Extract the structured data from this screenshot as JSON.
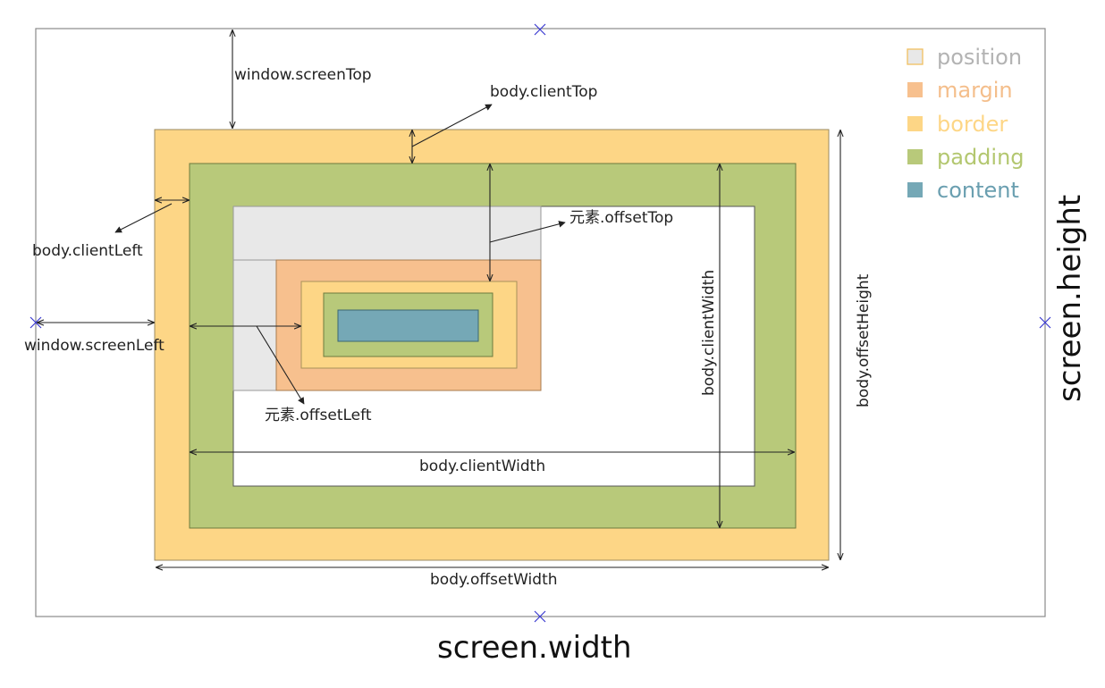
{
  "colors": {
    "position": "#E8E8E8",
    "margin": "#F7C08E",
    "border": "#FDD686",
    "padding": "#B8C97A",
    "content": "#75A8B6",
    "legend_position_text": "#B3B3B3",
    "legend_margin_text": "#F4BE8B",
    "legend_border_text": "#FDD686",
    "legend_padding_text": "#B3C76F",
    "legend_content_text": "#6A9FB0"
  },
  "legend": [
    {
      "key": "position",
      "label": "position"
    },
    {
      "key": "margin",
      "label": "margin"
    },
    {
      "key": "border",
      "label": "border"
    },
    {
      "key": "padding",
      "label": "padding"
    },
    {
      "key": "content",
      "label": "content"
    }
  ],
  "labels": {
    "window_screenTop": "window.screenTop",
    "body_clientTop": "body.clientTop",
    "body_clientLeft": "body.clientLeft",
    "window_screenLeft": "window.screenLeft",
    "element_offsetTop": "元素.offsetTop",
    "element_offsetLeft": "元素.offsetLeft",
    "body_clientWidth_vertical": "body.clientWidth",
    "body_clientWidth_horizontal": "body.clientWidth",
    "body_offsetHeight": "body.offsetHeight",
    "body_offsetWidth": "body.offsetWidth",
    "screen_height": "screen.height",
    "screen_width": "screen.width"
  }
}
